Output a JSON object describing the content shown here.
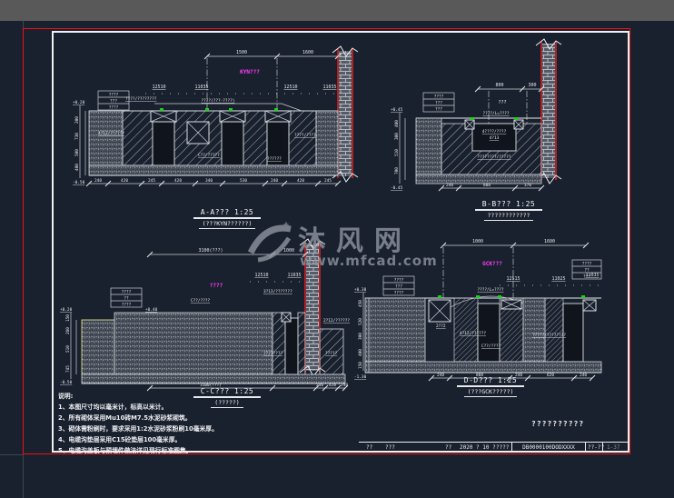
{
  "watermark": {
    "logo": "MF",
    "cn": "沐风网",
    "url": "www.mfcad.com"
  },
  "notes": {
    "header": "说明:",
    "lines": [
      "1、本图尺寸均以毫米计，标高以米计。",
      "2、所有砌体采用Mu10砖M7.5水泥砂浆砌筑。",
      "3、砌体需粉刷时，要求采用1:2水泥砂浆粉刷10毫米厚。",
      "4、电缆沟垫层采用C15砼垫层100毫米厚。",
      "5、电缆沟盖板与预埋件做法详见现行标准图集。"
    ]
  },
  "titleblock": {
    "label_above": "??????????",
    "c1": "??",
    "c2": "???",
    "c3": "??",
    "date": "2020 ? 10 ?",
    "c5": "????",
    "drawing_no": "DB0000100DODXXXX",
    "code": "??-??",
    "sheet_no": "1-37"
  },
  "sections": {
    "aa": {
      "title": "A-A??? 1:25",
      "subtitle": "(???KYN??????)",
      "tag": "KYN???",
      "top_dims": [
        "1500",
        "1600"
      ],
      "callouts": [
        "12510",
        "11035",
        "12510",
        "11035"
      ],
      "legend": [
        "????",
        "???",
        "????"
      ],
      "elev_top": "+0.20",
      "elev_bottom": "-0.50",
      "side_dims": [
        "200",
        "730",
        "500",
        "400"
      ],
      "bottom_dims": [
        "240",
        "420",
        "245",
        "420",
        "340",
        "530",
        "240",
        "420",
        "245"
      ],
      "ann": [
        "????/????????",
        "????(???-????)",
        "4?12/??????",
        "????/????",
        "C??/?????",
        "??????"
      ]
    },
    "bb": {
      "title": "B-B??? 1:25",
      "subtitle": "????????????",
      "tag": "???",
      "top_dims": [
        "800",
        "300"
      ],
      "legend": [
        "????",
        "???",
        "???"
      ],
      "elev_top": "+0.45",
      "elev_bottom": "-0.45",
      "side_dims": [
        "400",
        "300",
        "510",
        "700"
      ],
      "bottom_dims": [
        "240",
        "800",
        "370"
      ],
      "ann": [
        "????/L=????",
        "4????/????",
        "4?13",
        "????????/?????"
      ]
    },
    "cc": {
      "title": "C-C??? 1:25",
      "subtitle": "(?????)",
      "tag": "????",
      "top_dims": [
        "3100(???)",
        "1000"
      ],
      "callouts": [
        "12510",
        "11035"
      ],
      "legend": [
        "????",
        "??",
        "????"
      ],
      "elev_top": "+0.20",
      "elev_bottom": "-0.50",
      "side_dims": [
        "150",
        "260",
        "510",
        "745"
      ],
      "bottom_dims": [
        "3100(???)",
        "240",
        "420",
        "240"
      ],
      "ann": [
        "+0.40",
        "C??/????",
        "3?13/???????",
        "2?12/??????",
        "????????",
        "?????"
      ]
    },
    "dd": {
      "title": "D-D??? 1:25",
      "subtitle": "(???GCK?????)",
      "tag": "GCK???",
      "top_dims": [
        "1000",
        "1600"
      ],
      "callouts": [
        "12515",
        "11025",
        "11035"
      ],
      "legend": [
        "????",
        "???",
        "????"
      ],
      "legend2": [
        "????",
        "??",
        "???"
      ],
      "elev_top": "+0.30",
      "elev_bottom": "-1.30",
      "side_dims": [
        "450",
        "520",
        "300",
        "400",
        "150"
      ],
      "bottom_dims": [
        "240",
        "800",
        "240",
        "620",
        "240"
      ],
      "ann": [
        "????/L=????",
        "4?12/??????",
        "C??/????",
        "?????/????????",
        "2??2"
      ]
    }
  }
}
